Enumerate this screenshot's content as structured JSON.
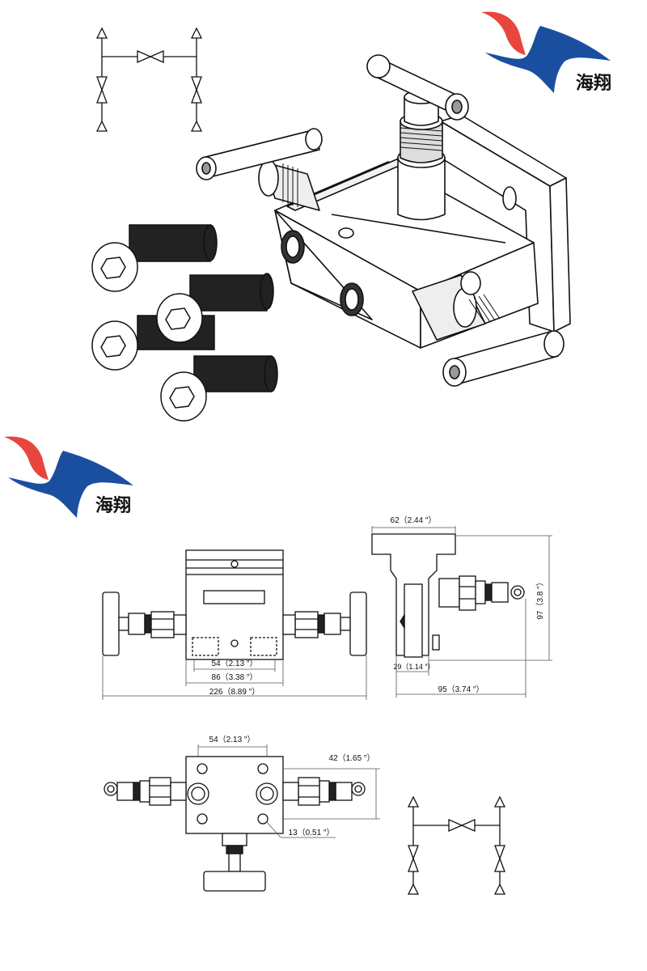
{
  "brand": {
    "name": "海翔",
    "colors": {
      "red": "#e8453c",
      "blue": "#1a4fa0"
    }
  },
  "dimensions": {
    "front_inner": "54（2.13 ″）",
    "front_middle": "86（3.38 ″）",
    "front_total": "226（8.89 ″）",
    "side_top": "62（2.44 ″）",
    "side_height": "97（3.8 ″）",
    "side_base": "29（1.14 ″）",
    "side_total": "95（3.74 ″）",
    "bottom_hole_spacing": "54（2.13 ″）",
    "bottom_vertical": "42（1.65 ″）",
    "bottom_hole_dia": "13（0.51 ″）"
  },
  "icons": {
    "schematic": "three-valve-manifold-schematic-icon",
    "logo": "haixiang-logo-icon"
  },
  "colors": {
    "line": "#111111",
    "dim": "#555555"
  }
}
